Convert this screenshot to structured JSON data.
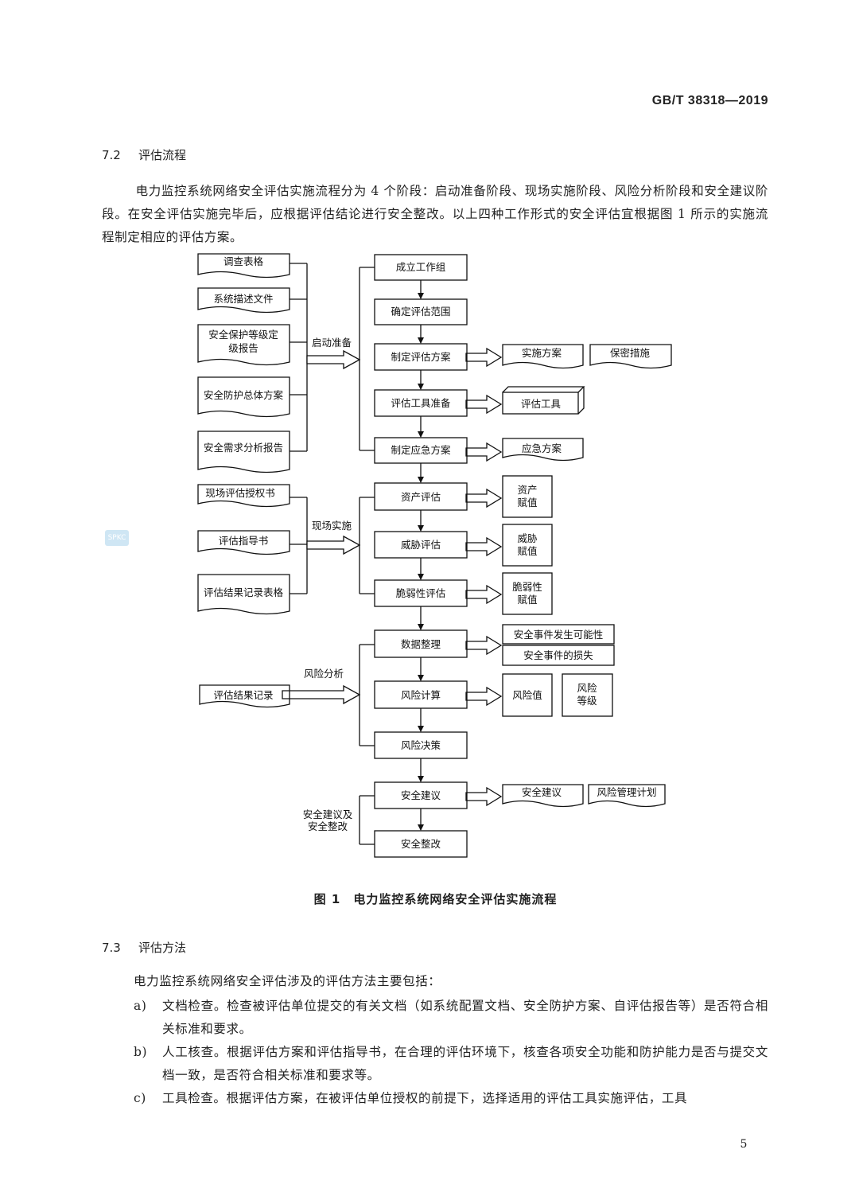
{
  "header": {
    "std_number": "GB/T 38318—2019"
  },
  "section_7_2": {
    "number": "7.2",
    "title": "评估流程",
    "paragraph": "电力监控系统网络安全评估实施流程分为 4 个阶段：启动准备阶段、现场实施阶段、风险分析阶段和安全建议阶段。在安全评估实施完毕后，应根据评估结论进行安全整改。以上四种工作形式的安全评估宜根据图 1 所示的实施流程制定相应的评估方案。"
  },
  "figure": {
    "caption": "图 1　电力监控系统网络安全评估实施流程",
    "left_docs": [
      "调查表格",
      "系统描述文件",
      "安全保护等级定级报告",
      "安全防护总体方案",
      "安全需求分析报告",
      "现场评估授权书",
      "评估指导书",
      "评估结果记录表格",
      "评估结果记录"
    ],
    "phases": [
      "启动准备",
      "现场实施",
      "风险分析",
      "安全建议及安全整改"
    ],
    "steps": [
      "成立工作组",
      "确定评估范围",
      "制定评估方案",
      "评估工具准备",
      "制定应急方案",
      "资产评估",
      "威胁评估",
      "脆弱性评估",
      "数据整理",
      "风险计算",
      "风险决策",
      "安全建议",
      "安全整改"
    ],
    "outputs": [
      "实施方案",
      "保密措施",
      "评估工具",
      "应急方案",
      "资产赋值",
      "威胁赋值",
      "脆弱性赋值",
      "安全事件发生可能性",
      "安全事件的损失",
      "风险值",
      "风险等级",
      "安全建议",
      "风险管理计划"
    ]
  },
  "section_7_3": {
    "number": "7.3",
    "title": "评估方法",
    "lead": "电力监控系统网络安全评估涉及的评估方法主要包括：",
    "items": [
      {
        "mark": "a)",
        "text": "文档检查。检查被评估单位提交的有关文档（如系统配置文档、安全防护方案、自评估报告等）是否符合相关标准和要求。"
      },
      {
        "mark": "b)",
        "text": "人工核查。根据评估方案和评估指导书，在合理的评估环境下，核查各项安全功能和防护能力是否与提交文档一致，是否符合相关标准和要求等。"
      },
      {
        "mark": "c)",
        "text": "工具检查。根据评估方案，在被评估单位授权的前提下，选择适用的评估工具实施评估，工具"
      }
    ]
  },
  "footer": {
    "page_number": "5"
  }
}
